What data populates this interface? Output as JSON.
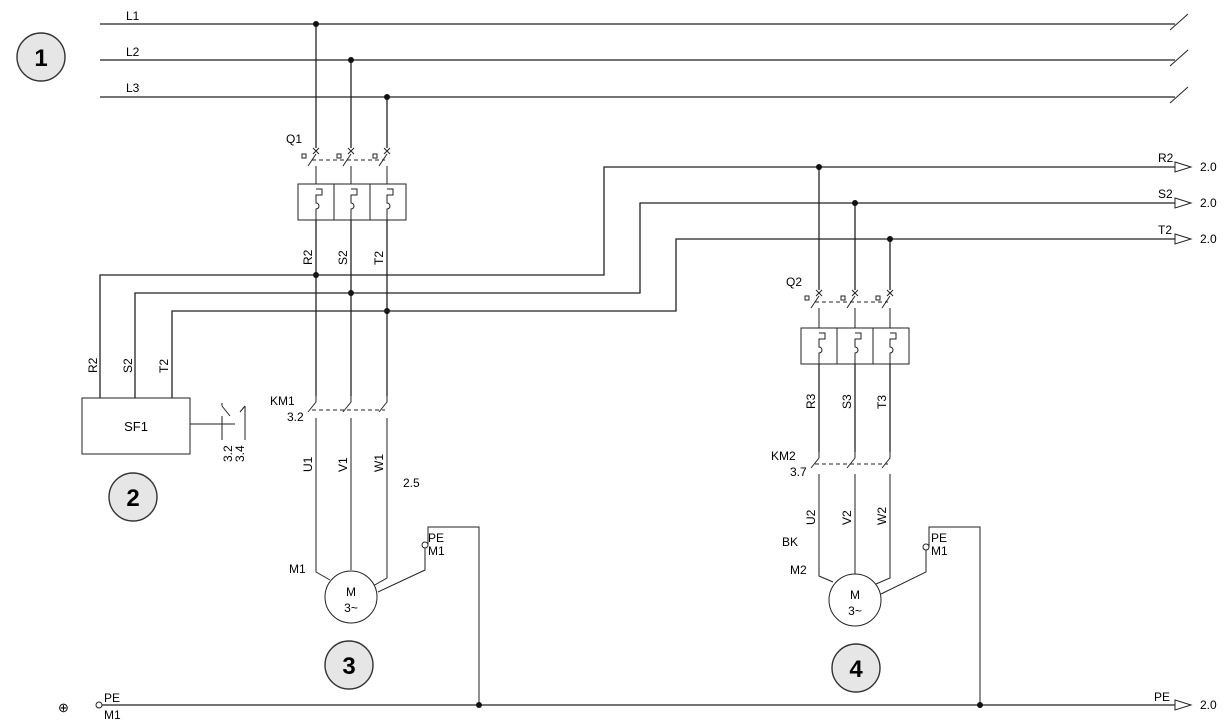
{
  "badges": [
    "1",
    "2",
    "3",
    "4"
  ],
  "buses": [
    "L1",
    "L2",
    "L3"
  ],
  "q1": {
    "label": "Q1",
    "out_wires": [
      "R2",
      "S2",
      "T2"
    ]
  },
  "sf1": {
    "label": "SF1",
    "in_wires": [
      "R2",
      "S2",
      "T2"
    ],
    "contact_refs": [
      "3.2",
      "3.4"
    ]
  },
  "km1": {
    "label": "KM1",
    "ref": "3.2",
    "out_wires": [
      "U1",
      "V1",
      "W1"
    ],
    "note": "2.5"
  },
  "m1": {
    "label": "M1",
    "symbol": "M",
    "phases": "3~",
    "pe": "PE",
    "pe_sub": "M1"
  },
  "q2": {
    "label": "Q2",
    "out_wires": [
      "R3",
      "S3",
      "T3"
    ]
  },
  "km2": {
    "label": "KM2",
    "ref": "3.7",
    "out_wires": [
      "U2",
      "V2",
      "W2"
    ],
    "note": "BK"
  },
  "m2": {
    "label": "M2",
    "symbol": "M",
    "phases": "3~",
    "pe": "PE",
    "pe_sub": "M1"
  },
  "continuations": [
    {
      "label": "R2",
      "ref": "2.0"
    },
    {
      "label": "S2",
      "ref": "2.0"
    },
    {
      "label": "T2",
      "ref": "2.0"
    },
    {
      "label": "PE",
      "ref": "2.0"
    }
  ],
  "pe_rail": {
    "symbol": "⊕",
    "label": "PE",
    "sub": "M1"
  }
}
